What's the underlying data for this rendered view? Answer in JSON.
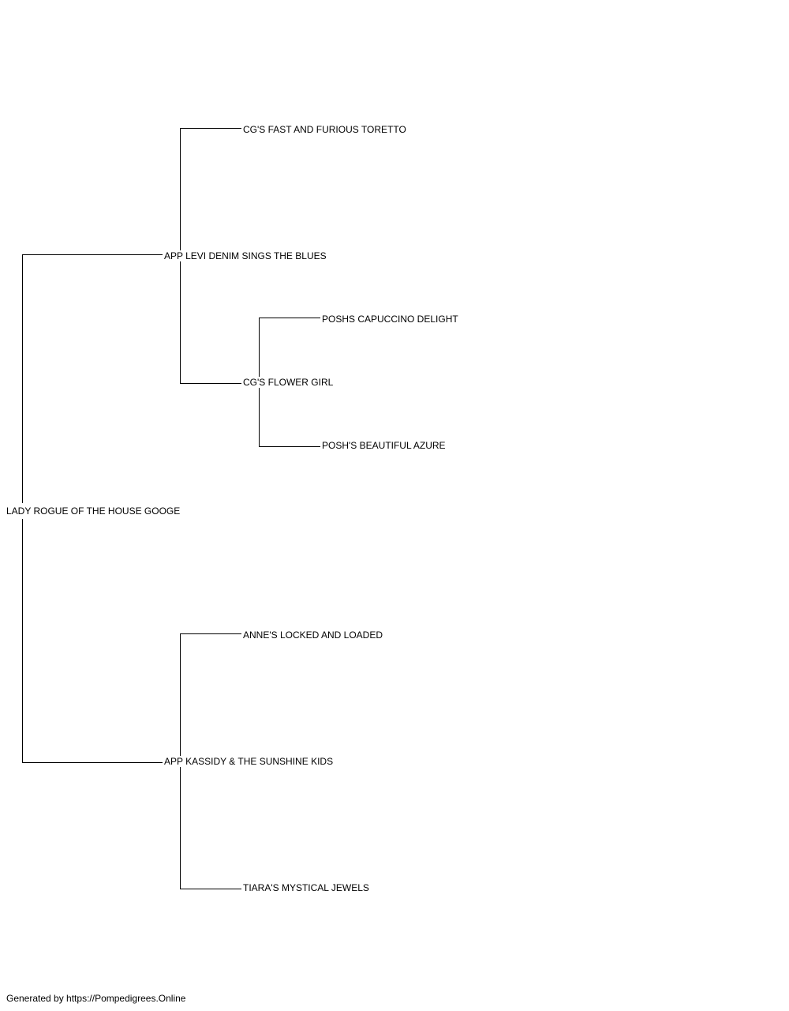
{
  "pedigree": {
    "subject": "LADY ROGUE OF THE HOUSE GOOGE",
    "sire": "APP LEVI DENIM SINGS THE BLUES",
    "sire_sire": "CG'S FAST AND FURIOUS TORETTO",
    "sire_dam": "CG'S FLOWER GIRL",
    "sire_dam_sire": "POSHS CAPUCCINO DELIGHT",
    "sire_dam_dam": "POSH'S BEAUTIFUL AZURE",
    "dam": "APP KASSIDY & THE SUNSHINE KIDS",
    "dam_sire": "ANNE'S LOCKED AND LOADED",
    "dam_dam": "TIARA'S MYSTICAL JEWELS"
  },
  "footer": {
    "text": "Generated by https://Pompedigrees.Online"
  },
  "colors": {
    "line": "#000000",
    "text": "#000000",
    "background": "#ffffff"
  }
}
